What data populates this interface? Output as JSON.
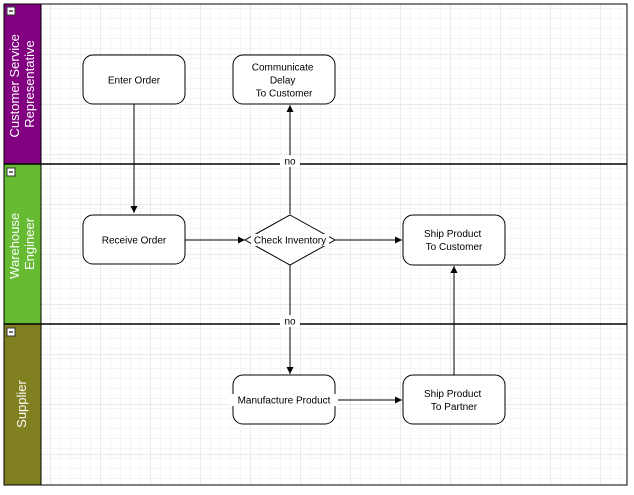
{
  "colors": {
    "lane_customer_service": "#800080",
    "lane_warehouse": "#66bb33",
    "lane_supplier": "#808020",
    "grid_minor": "#e8ece8",
    "grid_major": "#d4dad4",
    "line": "#000000"
  },
  "lanes": [
    {
      "id": "customer_service",
      "label_lines": [
        "Customer Service",
        "Representative"
      ]
    },
    {
      "id": "warehouse",
      "label_lines": [
        "Warehouse",
        "Engineer"
      ]
    },
    {
      "id": "supplier",
      "label_lines": [
        "Supplier"
      ]
    }
  ],
  "nodes": {
    "enter_order": {
      "lines": [
        "Enter Order"
      ]
    },
    "communicate_delay": {
      "lines": [
        "Communicate",
        "Delay",
        "To Customer"
      ]
    },
    "receive_order": {
      "lines": [
        "Receive Order"
      ]
    },
    "check_inventory": {
      "lines": [
        "Check Inventory"
      ]
    },
    "ship_to_customer": {
      "lines": [
        "Ship Product",
        "To Customer"
      ]
    },
    "manufacture_product": {
      "lines": [
        "Manufacture Product"
      ]
    },
    "ship_to_partner": {
      "lines": [
        "Ship Product",
        "To Partner"
      ]
    }
  },
  "edge_labels": {
    "no_upper": "no",
    "no_lower": "no"
  }
}
